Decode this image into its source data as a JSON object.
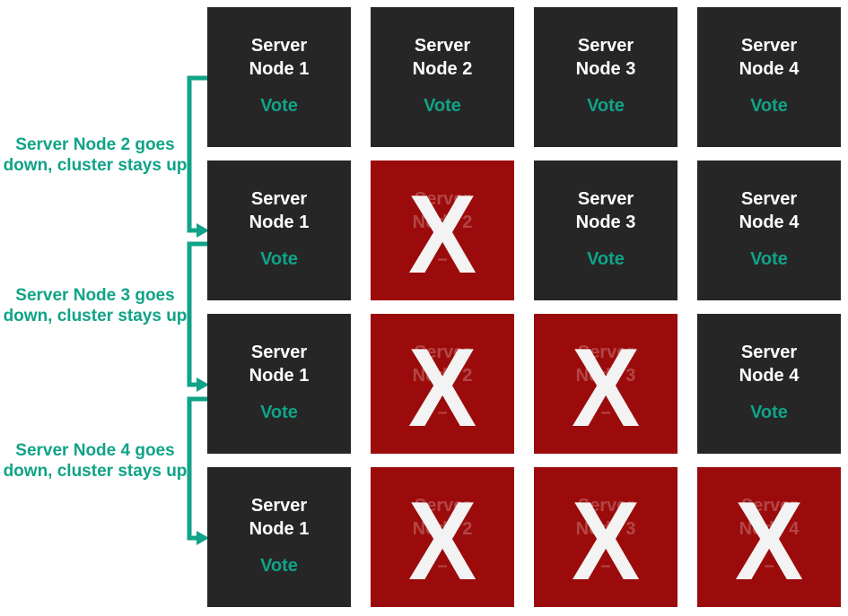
{
  "colors": {
    "node_up_bg": "#262626",
    "node_down_bg": "#9C0B0B",
    "accent_teal": "#10A387",
    "node_text": "#FFFFFF",
    "x_mark_color": "#F3F3F3",
    "canvas_bg": "#FFFFFF"
  },
  "diagram": {
    "x_mark": "X",
    "annotations": [
      {
        "text": "Server Node 2 goes\ndown, cluster stays up"
      },
      {
        "text": "Server Node 3 goes\ndown, cluster stays up"
      },
      {
        "text": "Server Node 4 goes\ndown, cluster stays up"
      }
    ],
    "rows": [
      {
        "nodes": [
          {
            "title": "Server\nNode 1",
            "vote": "Vote",
            "status": "up"
          },
          {
            "title": "Server\nNode 2",
            "vote": "Vote",
            "status": "up"
          },
          {
            "title": "Server\nNode 3",
            "vote": "Vote",
            "status": "up"
          },
          {
            "title": "Server\nNode 4",
            "vote": "Vote",
            "status": "up"
          }
        ]
      },
      {
        "nodes": [
          {
            "title": "Server\nNode 1",
            "vote": "Vote",
            "status": "up"
          },
          {
            "title": "Server\nNode 2",
            "vote": "–",
            "status": "down"
          },
          {
            "title": "Server\nNode 3",
            "vote": "Vote",
            "status": "up"
          },
          {
            "title": "Server\nNode 4",
            "vote": "Vote",
            "status": "up"
          }
        ]
      },
      {
        "nodes": [
          {
            "title": "Server\nNode 1",
            "vote": "Vote",
            "status": "up"
          },
          {
            "title": "Server\nNode 2",
            "vote": "–",
            "status": "down"
          },
          {
            "title": "Server\nNode 3",
            "vote": "–",
            "status": "down"
          },
          {
            "title": "Server\nNode 4",
            "vote": "Vote",
            "status": "up"
          }
        ]
      },
      {
        "nodes": [
          {
            "title": "Server\nNode 1",
            "vote": "Vote",
            "status": "up"
          },
          {
            "title": "Server\nNode 2",
            "vote": "–",
            "status": "down"
          },
          {
            "title": "Server\nNode 3",
            "vote": "–",
            "status": "down"
          },
          {
            "title": "Server\nNode 4",
            "vote": "–",
            "status": "down"
          }
        ]
      }
    ]
  }
}
